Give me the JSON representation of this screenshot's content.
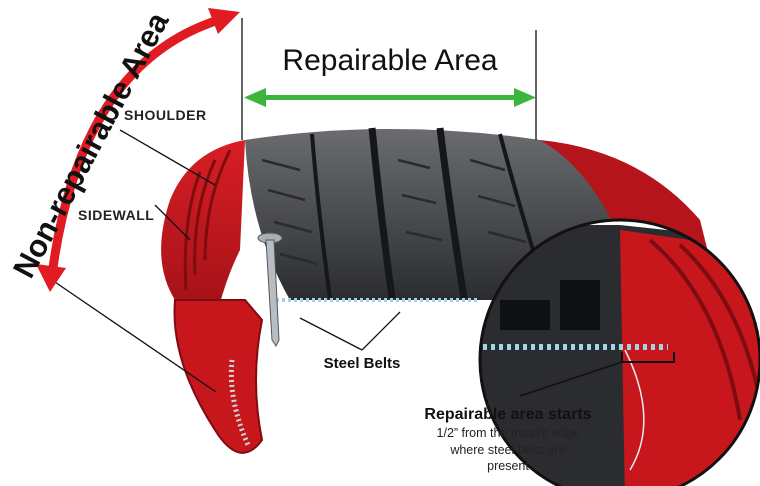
{
  "labels": {
    "repairable_area": "Repairable Area",
    "non_repairable_area": "Non-repairable Area",
    "shoulder": "SHOULDER",
    "sidewall": "SIDEWALL",
    "steel_belts": "Steel Belts",
    "repairable_starts": "Repairable area starts",
    "note_line1": "1/2” from the tread’s edge",
    "note_line2": "where steel belts are",
    "note_line3": "present"
  },
  "colors": {
    "rubber_red": "#c8161d",
    "red_dark": "#7e0c10",
    "tread_gray": "#4a4c50",
    "tread_dark": "#1f2023",
    "arrow_red": "#e01b22",
    "arrow_green": "#3cb53c",
    "belt_blue": "#9fd3e8"
  }
}
